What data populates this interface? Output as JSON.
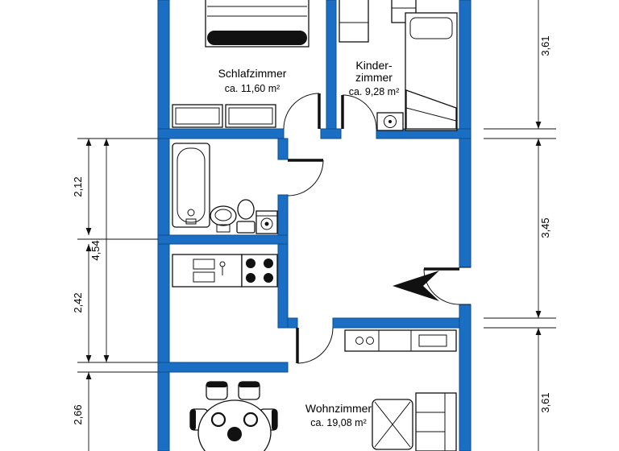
{
  "rooms": {
    "schlafzimmer": {
      "name": "Schlafzimmer",
      "area": "ca. 11,60 m²"
    },
    "kinderzimmer": {
      "name_line1": "Kinder-",
      "name_line2": "zimmer",
      "area": "ca. 9,28 m²"
    },
    "wohnzimmer": {
      "name": "Wohnzimmer",
      "area": "ca. 19,08 m²"
    }
  },
  "dimensions": {
    "left": [
      "2,12",
      "4,54",
      "2,42",
      "2,66"
    ],
    "right": [
      "3,61",
      "3,45",
      "3,61"
    ]
  },
  "colors": {
    "wall_blue": "#1a6fc4",
    "line_black": "#111111",
    "floor_white": "#ffffff"
  }
}
